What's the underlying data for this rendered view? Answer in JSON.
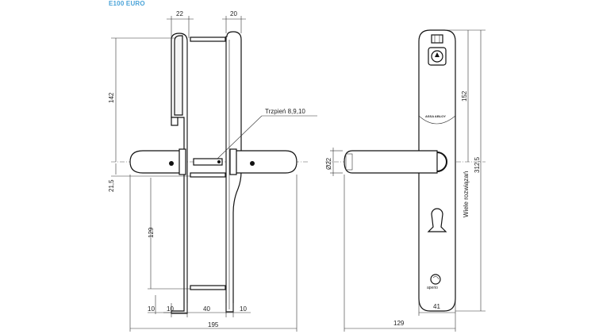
{
  "title": "E100 EURO",
  "callout": "Trzpień  8,9,10",
  "dimensions": {
    "top_left_width": "22",
    "top_right_width": "20",
    "height_142": "142",
    "offset_21_5": "21,5",
    "height_129": "129",
    "bottom_10_a": "10",
    "bottom_10_b": "10",
    "bottom_40": "40",
    "bottom_10_c": "10",
    "total_195": "195",
    "diameter_22": "Ø22",
    "height_152": "152",
    "height_312_5": "312,5",
    "side_label": "Wiele rozwiązań",
    "plate_width_41": "41",
    "lever_length_129": "129"
  },
  "plate_label": "ASSA ABLOY",
  "logo_label": "aperio"
}
